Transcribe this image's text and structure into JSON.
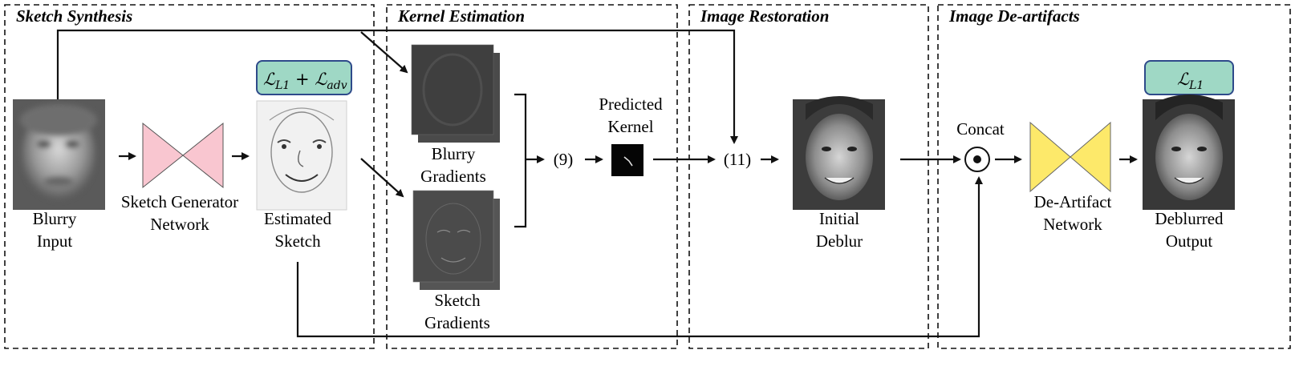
{
  "stages": {
    "sketch_synthesis": "Sketch Synthesis",
    "kernel_estimation": "Kernel Estimation",
    "image_restoration": "Image Restoration",
    "image_deartifacts": "Image De-artifacts"
  },
  "nodes": {
    "blurry_input": [
      "Blurry",
      "Input"
    ],
    "sketch_generator": [
      "Sketch Generator",
      "Network"
    ],
    "estimated_sketch": [
      "Estimated",
      "Sketch"
    ],
    "blurry_gradients": [
      "Blurry",
      "Gradients"
    ],
    "sketch_gradients": [
      "Sketch",
      "Gradients"
    ],
    "eq9": "(9)",
    "predicted_kernel": [
      "Predicted",
      "Kernel"
    ],
    "eq11": "(11)",
    "initial_deblur": [
      "Initial",
      "Deblur"
    ],
    "concat": "Concat",
    "de_artifact": [
      "De-Artifact",
      "Network"
    ],
    "deblurred_output": [
      "Deblurred",
      "Output"
    ]
  },
  "losses": {
    "sketch_loss": {
      "l1": "L1",
      "adv": "adv"
    },
    "output_loss": {
      "l1": "L1"
    }
  },
  "colors": {
    "generator": "#f9c6d0",
    "de_artifact": "#fde96a",
    "loss_box": "#9fd8c5",
    "loss_border": "#2e4a8a"
  }
}
